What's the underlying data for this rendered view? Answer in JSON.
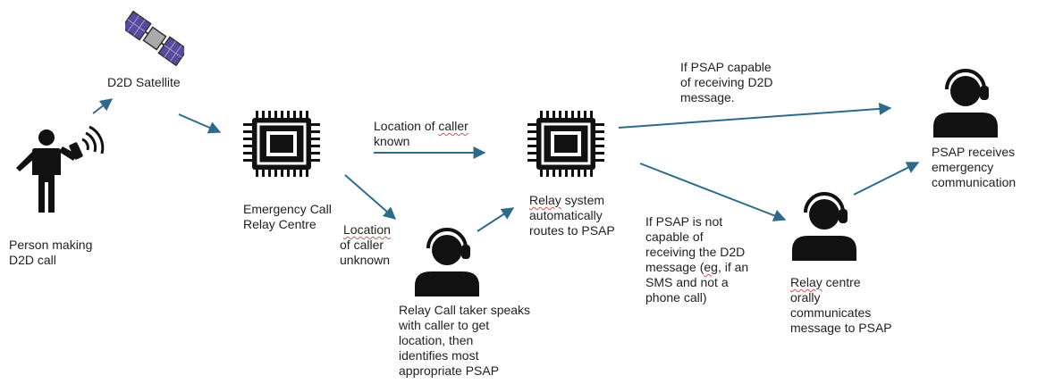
{
  "colors": {
    "arrow": "#2e6b8a",
    "icon": "#111111",
    "satellite_panel": "#5a4a9e"
  },
  "nodes": {
    "person": {
      "icon": "person-phone-icon",
      "label": "Person making\nD2D call"
    },
    "satellite": {
      "icon": "satellite-icon",
      "label": "D2D Satellite"
    },
    "relay_centre": {
      "icon": "processor-chip-icon",
      "label": "Emergency Call\nRelay Centre"
    },
    "relay_system": {
      "icon": "processor-chip-icon",
      "label_word1": "Relay",
      "label_rest": " system\nautomatically\nroutes to PSAP"
    },
    "call_taker": {
      "icon": "headset-operator-icon",
      "label": "Relay Call taker speaks\nwith caller to get\nlocation, then\nidentifies most\nappropriate PSAP"
    },
    "relay_orally": {
      "icon": "headset-operator-icon",
      "label_word1": "Relay",
      "label_rest": " centre\norally\ncommunicates\nmessage to PSAP"
    },
    "psap": {
      "icon": "headset-operator-icon",
      "label": "PSAP receives\nemergency\ncommunication"
    }
  },
  "edge_labels": {
    "known_a": "Location of ",
    "known_b": "caller",
    "known_c": "\nknown",
    "unknown_a": "Location",
    "unknown_b": "\nof caller\nunknown",
    "capable": "If PSAP capable\nof receiving D2D\nmessage.",
    "not_capable_a": "If PSAP is not\ncapable of\nreceiving the D2D\nmessage (",
    "not_capable_eg": "eg",
    "not_capable_b": ", if an\nSMS and not a\nphone call)"
  }
}
